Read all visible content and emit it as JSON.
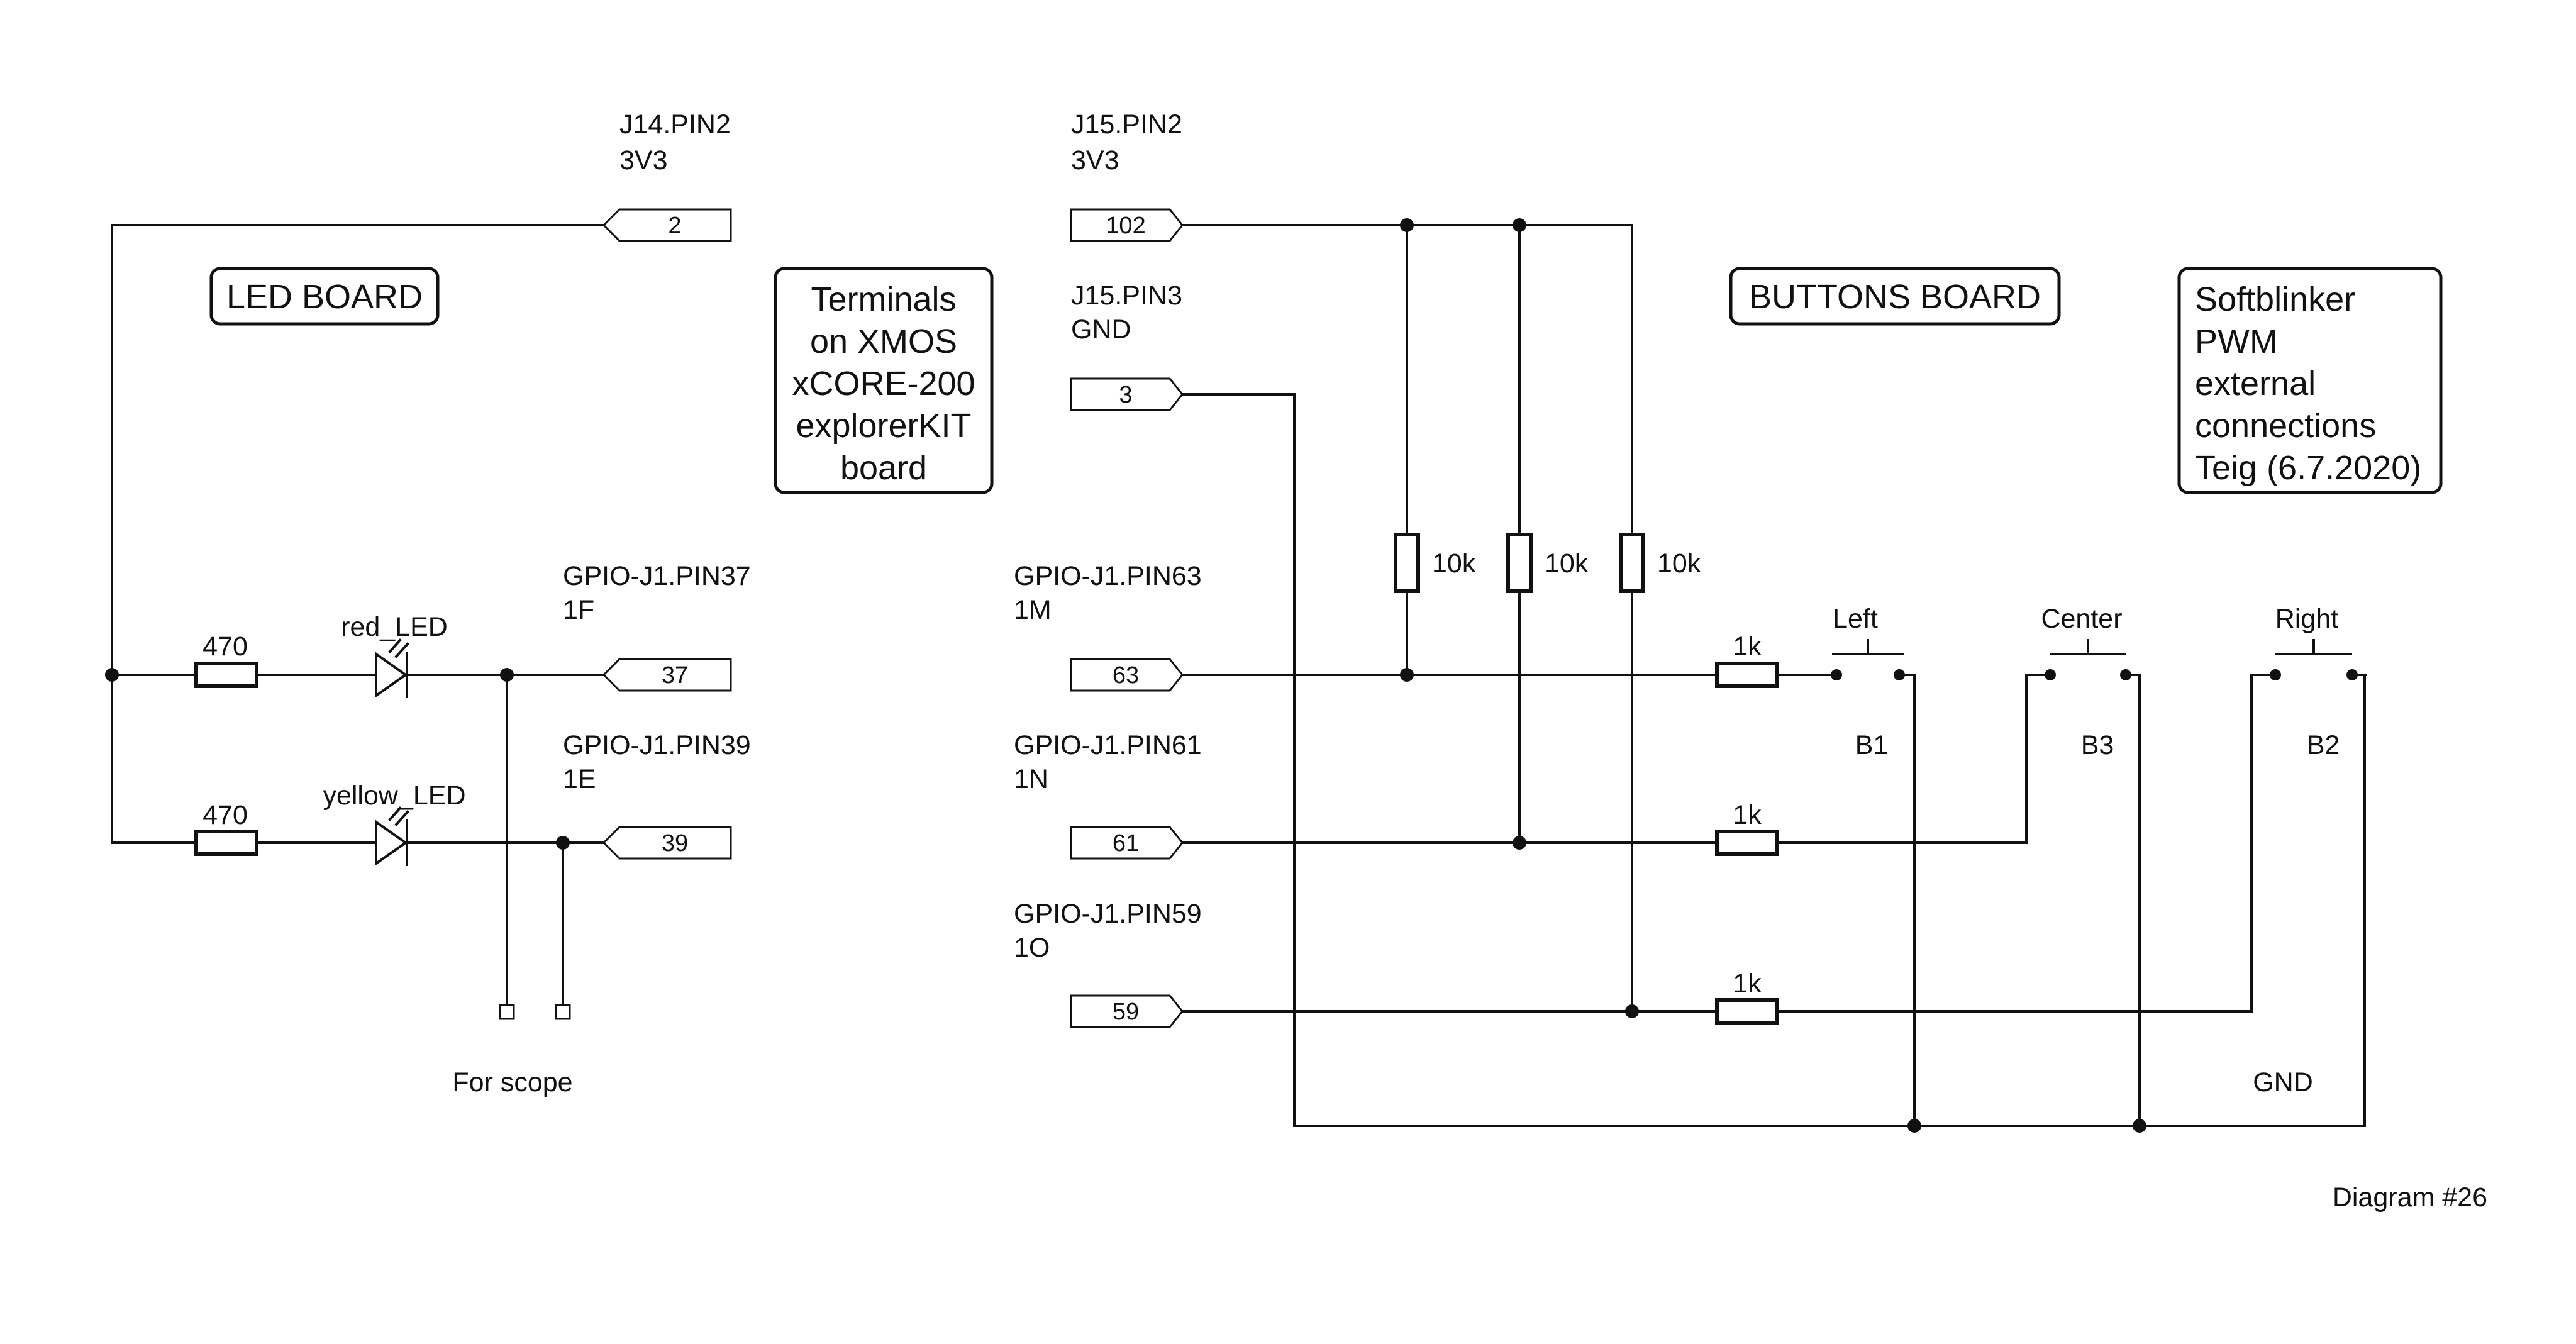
{
  "boxes": {
    "led_board": "LED BOARD",
    "buttons_board": "BUTTONS BOARD",
    "terminals": [
      "Terminals",
      "on XMOS",
      "xCORE-200",
      "explorerKIT",
      "board"
    ],
    "softblinker": [
      "Softblinker",
      "PWM",
      "external",
      "connections",
      "Teig (6.7.2020)"
    ]
  },
  "ports": {
    "p2": "2",
    "p37": "37",
    "p39": "39",
    "p102": "102",
    "p3": "3",
    "p63": "63",
    "p61": "61",
    "p59": "59"
  },
  "pin_labels": {
    "j14_pin2": [
      "J14.PIN2",
      "3V3"
    ],
    "j15_pin2": [
      "J15.PIN2",
      "3V3"
    ],
    "j15_pin3": [
      "J15.PIN3",
      "GND"
    ],
    "gpio37": [
      "GPIO-J1.PIN37",
      "1F"
    ],
    "gpio39": [
      "GPIO-J1.PIN39",
      "1E"
    ],
    "gpio63": [
      "GPIO-J1.PIN63",
      "1M"
    ],
    "gpio61": [
      "GPIO-J1.PIN61",
      "1N"
    ],
    "gpio59": [
      "GPIO-J1.PIN59",
      "1O"
    ]
  },
  "components": {
    "r_red": "470",
    "r_yellow": "470",
    "led_red": "red_LED",
    "led_yellow": "yellow_LED",
    "pullup1": "10k",
    "pullup2": "10k",
    "pullup3": "10k",
    "r_b1": "1k",
    "r_b3": "1k",
    "r_b2": "1k",
    "btn_left": "Left",
    "btn_center": "Center",
    "btn_right": "Right",
    "b1": "B1",
    "b3": "B3",
    "b2": "B2"
  },
  "notes": {
    "for_scope": "For scope",
    "gnd": "GND",
    "diagram_no": "Diagram #26"
  }
}
